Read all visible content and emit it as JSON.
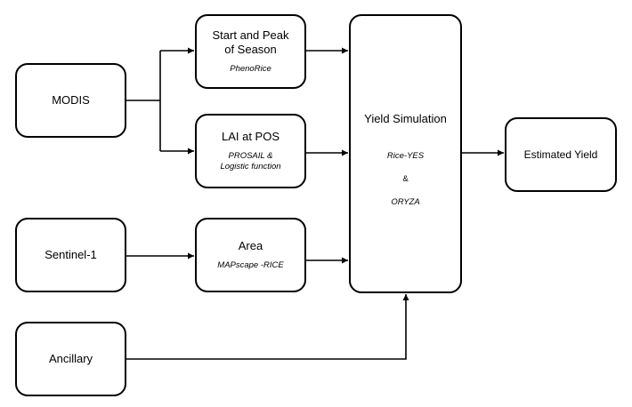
{
  "nodes": {
    "modis": {
      "title": "MODIS"
    },
    "sentinel": {
      "title": "Sentinel-1"
    },
    "ancillary": {
      "title": "Ancillary"
    },
    "season": {
      "title_line1": "Start and Peak",
      "title_line2": "of Season",
      "method": "PhenoRice"
    },
    "lai": {
      "title": "LAI at POS",
      "method_line1": "PROSAIL &",
      "method_line2": "Logistic function"
    },
    "area": {
      "title": "Area",
      "method": "MAPscape -RICE"
    },
    "simulation": {
      "title": "Yield Simulation",
      "model1": "Rice-YES",
      "joiner": "&",
      "model2": "ORYZA"
    },
    "estimated": {
      "title": "Estimated Yield"
    }
  },
  "edges": [
    {
      "from": "modis",
      "to": "season"
    },
    {
      "from": "modis",
      "to": "lai"
    },
    {
      "from": "sentinel",
      "to": "area"
    },
    {
      "from": "season",
      "to": "simulation"
    },
    {
      "from": "lai",
      "to": "simulation"
    },
    {
      "from": "area",
      "to": "simulation"
    },
    {
      "from": "ancillary",
      "to": "simulation"
    },
    {
      "from": "simulation",
      "to": "estimated"
    }
  ]
}
